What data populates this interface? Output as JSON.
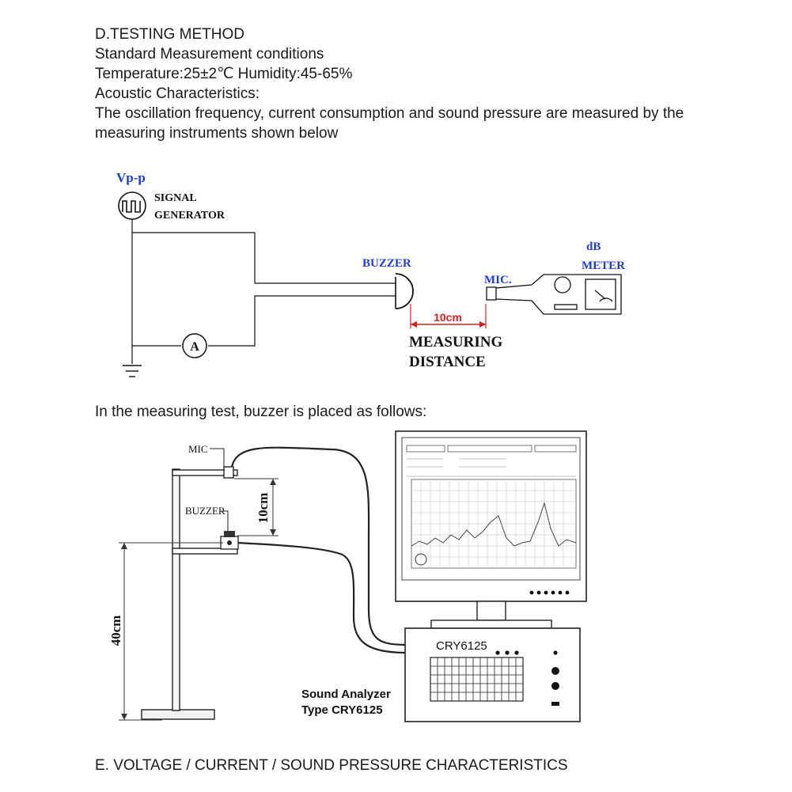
{
  "section_d": {
    "heading": "D.TESTING METHOD",
    "line1": "Standard Measurement conditions",
    "line2": "Temperature:25±2℃  Humidity:45-65%",
    "line3": "Acoustic Characteristics:",
    "line4": "The oscillation frequency, current consumption and sound pressure are measured by the",
    "line5": "measuring instruments shown below"
  },
  "circuit": {
    "vpp": "Vp-p",
    "signal": "SIGNAL",
    "generator": "GENERATOR",
    "buzzer": "BUZZER",
    "mic": "MIC.",
    "db": "dB",
    "meter": "METER",
    "distance_value": "10cm",
    "measuring": "MEASURING",
    "distance": "DISTANCE",
    "ammeter": "A"
  },
  "placement_text": "In the measuring test, buzzer is placed as follows:",
  "setup": {
    "mic": "MIC",
    "buzzer": "BUZZER",
    "gap": "10cm",
    "height": "40cm",
    "device": "CRY6125",
    "analyzer_line1": "Sound Analyzer",
    "analyzer_line2": "Type CRY6125"
  },
  "section_e": {
    "heading": "E. VOLTAGE / CURRENT / SOUND PRESSURE CHARACTERISTICS"
  }
}
